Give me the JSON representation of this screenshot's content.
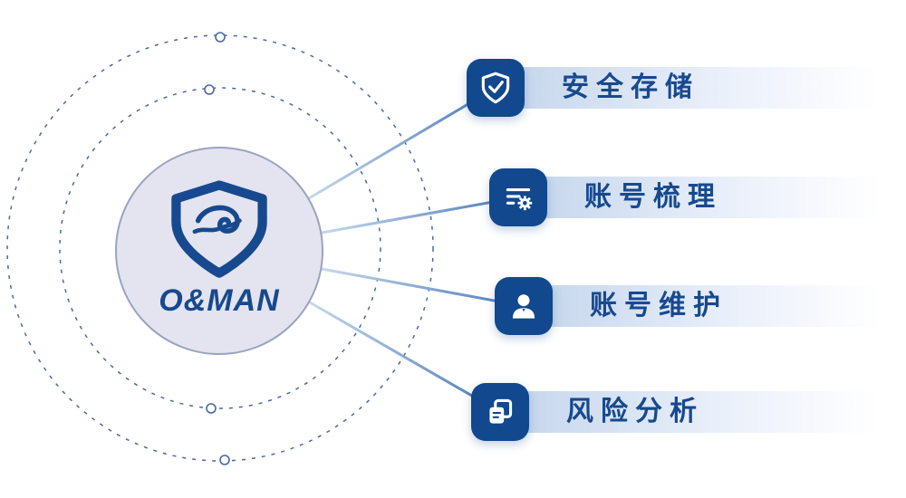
{
  "brand": {
    "name": "O&MAN",
    "logo": "shield-wave-logo"
  },
  "features": [
    {
      "label": "安全存储",
      "icon": "shield-check-icon"
    },
    {
      "label": "账号梳理",
      "icon": "account-list-gear-icon"
    },
    {
      "label": "账号维护",
      "icon": "user-icon"
    },
    {
      "label": "风险分析",
      "icon": "documents-copy-icon"
    }
  ],
  "colors": {
    "primary": "#17498f",
    "tile": "#11488e",
    "circle_fill": "#e3e4ef",
    "circle_border": "#9aa3bf",
    "bar_start": "#c2d4ea",
    "dashed": "#4a68a0",
    "line_light": "#c7d8ec",
    "line_dark": "#4a7ab8"
  }
}
